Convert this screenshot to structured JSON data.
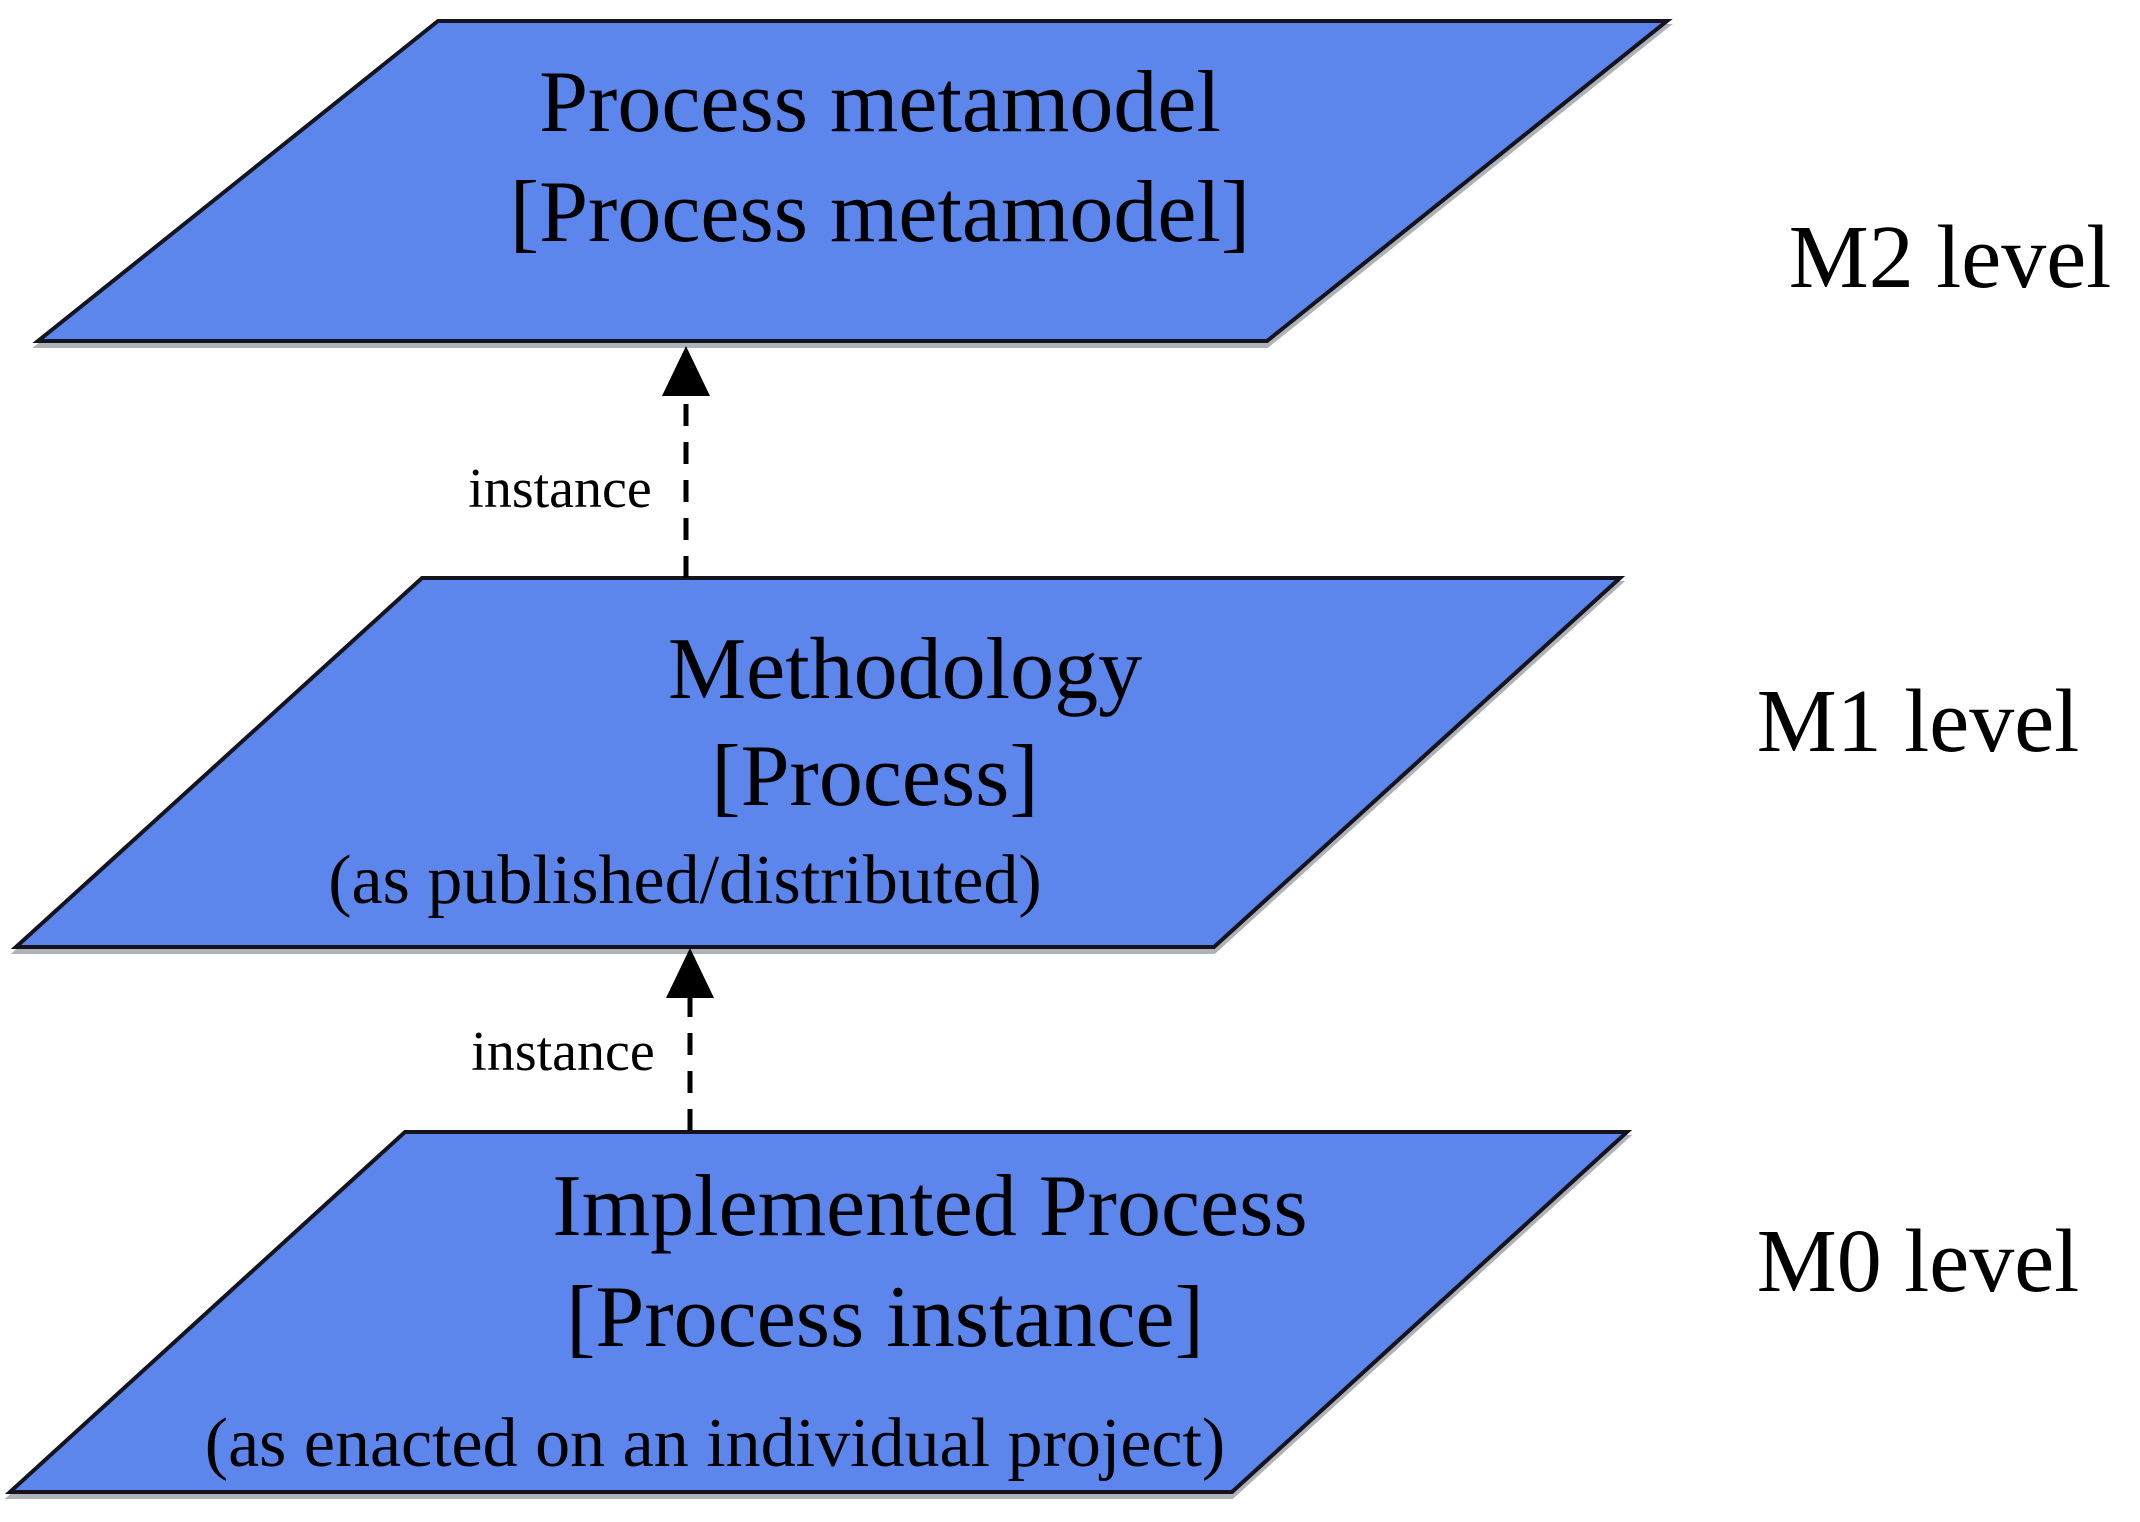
{
  "colors": {
    "plane_fill": "#5c86ec",
    "plane_border": "#14141e",
    "text": "#000000",
    "background": "#ffffff"
  },
  "m2": {
    "line1": "Process metamodel",
    "line2": "[Process metamodel]",
    "level_label": "M2 level"
  },
  "m1": {
    "line1": "Methodology",
    "line2": "[Process]",
    "line3": "(as published/distributed)",
    "level_label": "M1 level"
  },
  "m0": {
    "line1": "Implemented Process",
    "line2": "[Process instance]",
    "line3": "(as enacted on an individual project)",
    "level_label": "M0 level"
  },
  "arrows": {
    "m1_to_m2": {
      "label": "instance"
    },
    "m0_to_m1": {
      "label": "instance"
    }
  }
}
